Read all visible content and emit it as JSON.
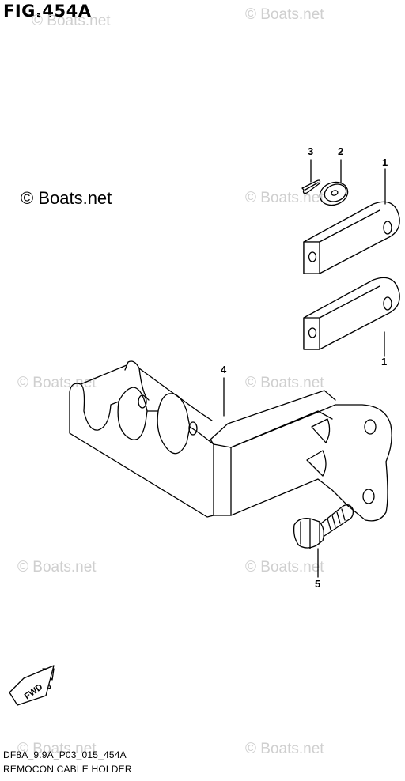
{
  "figure": {
    "title": "FIG.454A",
    "code": "DF8A_9.9A_P03_015_454A",
    "name": "REMOCON CABLE HOLDER"
  },
  "copyright": "© Boats.net",
  "watermarks": [
    "© Boats.net",
    "© Boats.net",
    "© Boats.net",
    "© Boats.net",
    "© Boats.net",
    "© Boats.net",
    "© Boats.net",
    "© Boats.net",
    "© Boats.net"
  ],
  "callouts": {
    "c3": "3",
    "c2": "2",
    "c1_top": "1",
    "c1_bottom": "1",
    "c4": "4",
    "c5": "5"
  },
  "fwd_label": "FWD"
}
